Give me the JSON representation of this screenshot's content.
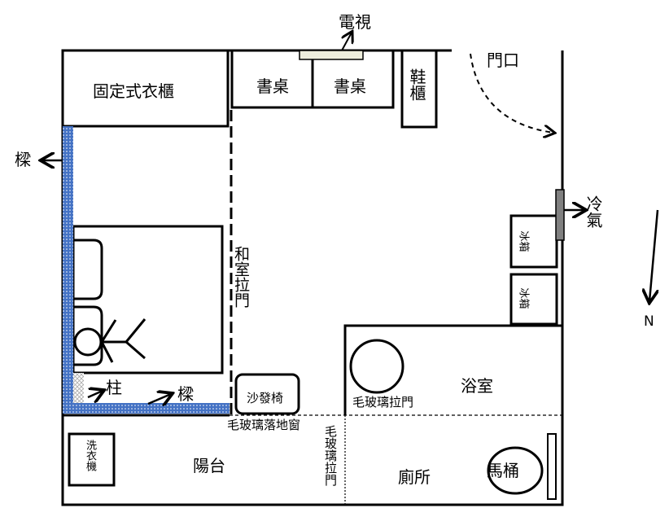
{
  "labels": {
    "tv": "電視",
    "door": "門口",
    "wardrobe": "固定式衣櫃",
    "desk1": "書桌",
    "desk2": "書桌",
    "shoe_cabinet": "鞋櫃",
    "beam_left": "樑",
    "aircon": "冷氣",
    "fridge1": "冰箱",
    "fridge2": "冰箱",
    "tatami_door": "和室拉門",
    "north": "N",
    "pillar": "柱",
    "beam_bottom": "樑",
    "sofa": "沙發椅",
    "frosted_sliding_door_bath": "毛玻璃拉門",
    "bathroom": "浴室",
    "frosted_window": "毛玻璃落地窗",
    "frosted_sliding_door_toilet": "毛玻璃拉門",
    "washer": "洗衣機",
    "balcony": "陽台",
    "toilet_room": "廁所",
    "toilet": "馬桶"
  },
  "colors": {
    "beam": "#4472c4",
    "wall": "#000000",
    "tv": "#eeeedd",
    "aircon": "#808080"
  }
}
